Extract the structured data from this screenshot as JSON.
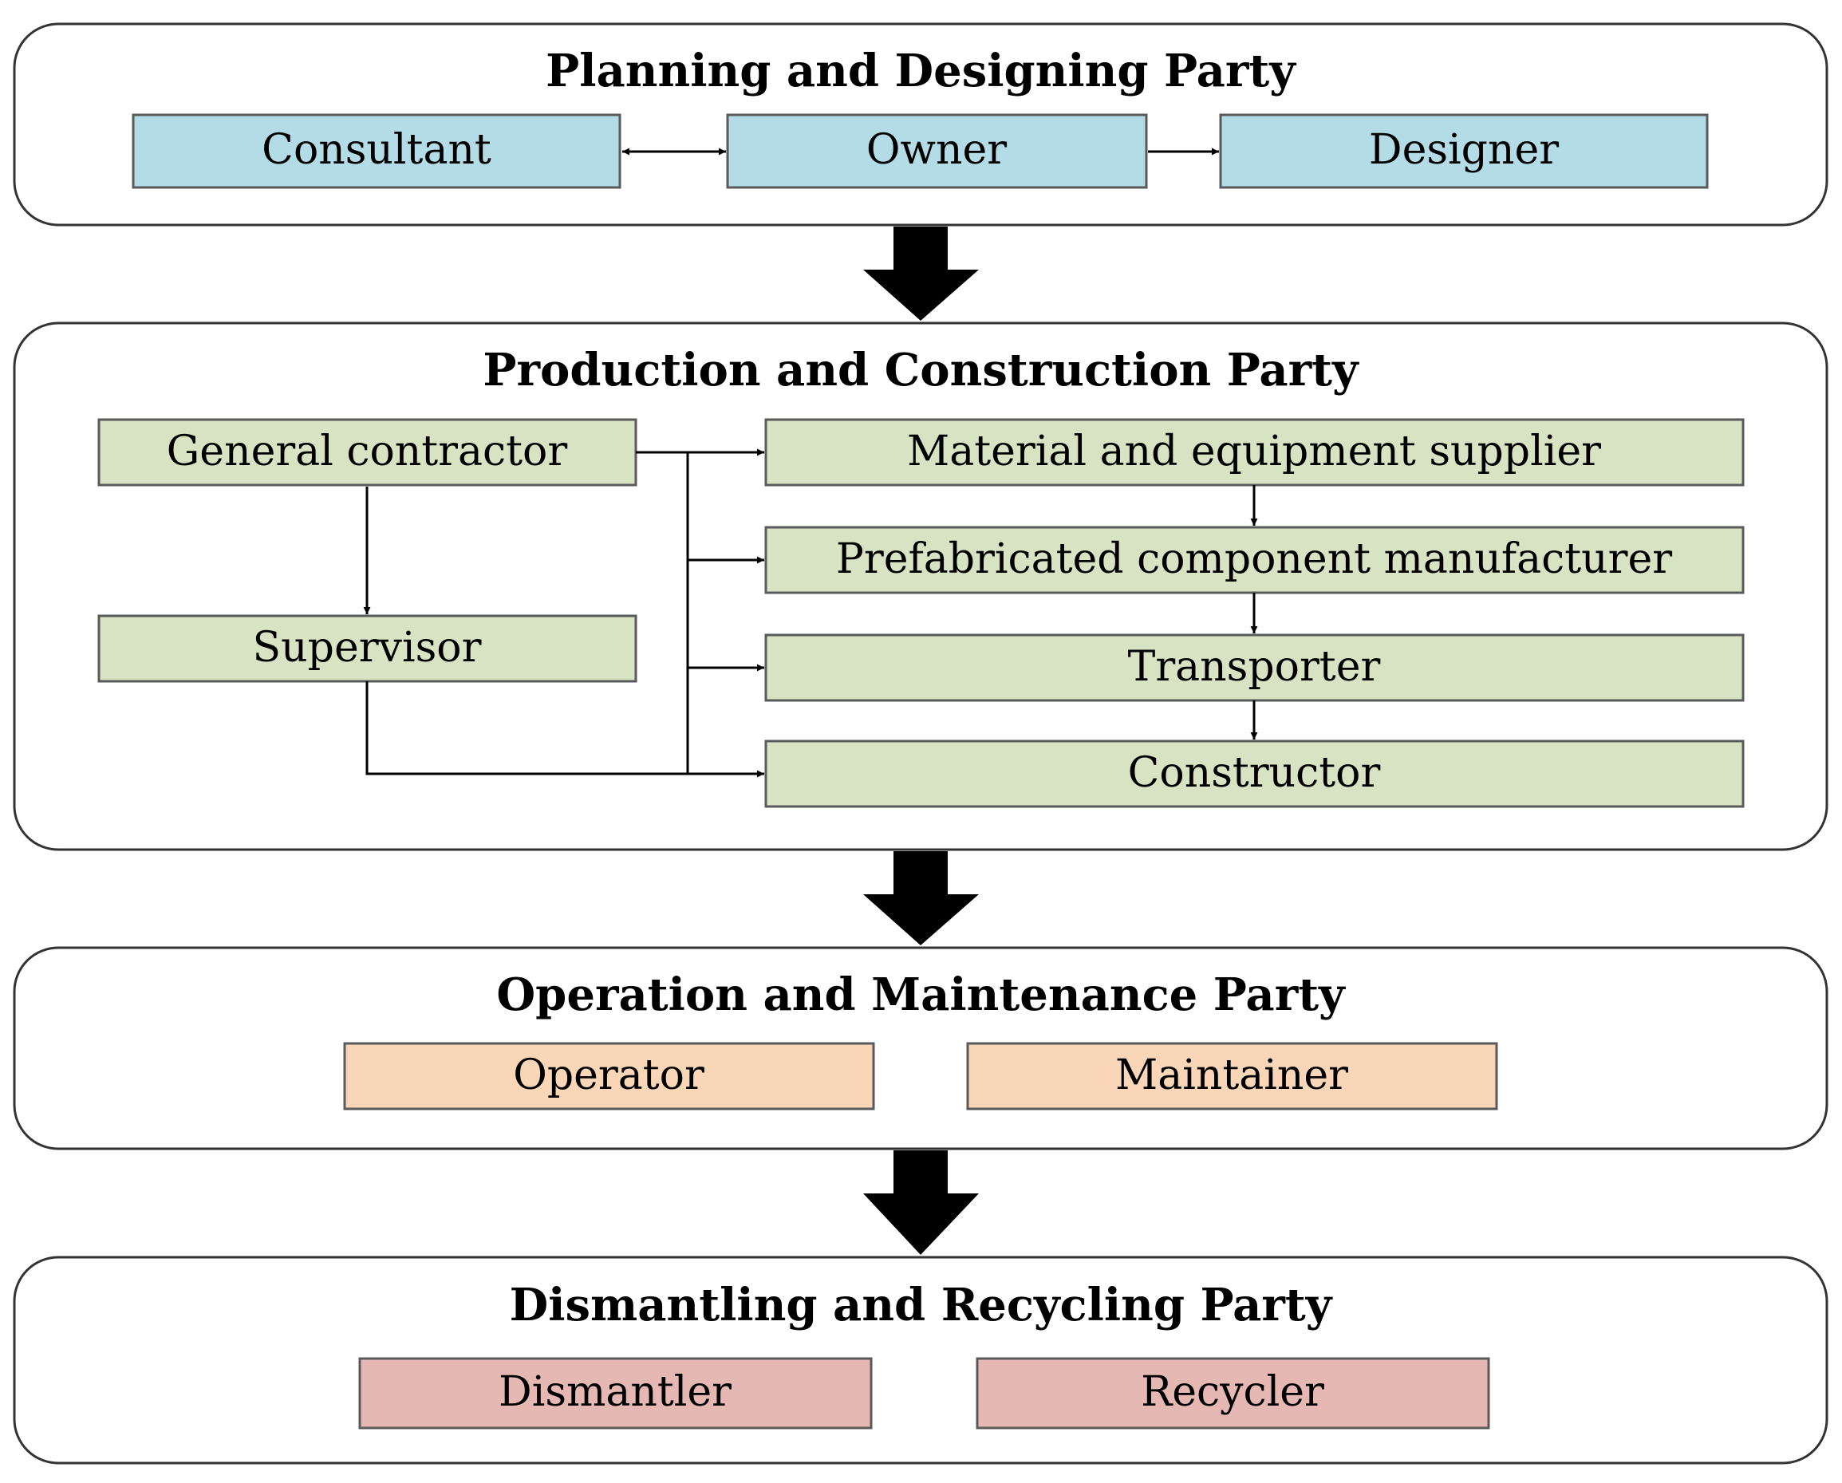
{
  "colors": {
    "planning": "#b3dce6",
    "production": "#d8e3c4",
    "operation": "#fad6b8",
    "dismantling": "#e5b8b4",
    "border": "#5a5a5a"
  },
  "sections": {
    "planning": {
      "title": "Planning and Designing Party",
      "consultant": "Consultant",
      "owner": "Owner",
      "designer": "Designer"
    },
    "production": {
      "title": "Production and Construction Party",
      "general_contractor": "General contractor",
      "supervisor": "Supervisor",
      "material_supplier": "Material and equipment supplier",
      "prefab_manufacturer": "Prefabricated component manufacturer",
      "transporter": "Transporter",
      "constructor": "Constructor"
    },
    "operation": {
      "title": "Operation and Maintenance Party",
      "operator": "Operator",
      "maintainer": "Maintainer"
    },
    "dismantling": {
      "title": "Dismantling and Recycling Party",
      "dismantler": "Dismantler",
      "recycler": "Recycler"
    }
  }
}
